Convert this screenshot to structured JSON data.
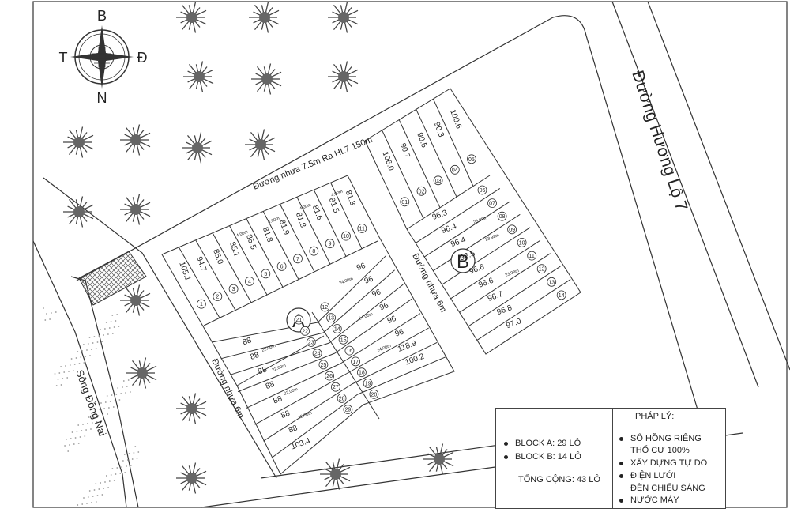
{
  "compass": {
    "north": "B",
    "south": "N",
    "west": "T",
    "east": "Đ"
  },
  "roads": {
    "main": "Đường nhựa 7.5m Ra HL7 150m",
    "highway": "Đường Hương Lộ 7",
    "inner_a": "Đường nhựa 6m",
    "inner_b": "Đường nhựa 6m",
    "river": "Sông Đồng Nai"
  },
  "blocks": {
    "a": "A",
    "b": "B"
  },
  "lots_a_top": [
    {
      "no": "1",
      "area": "105.1"
    },
    {
      "no": "2",
      "area": "94.7"
    },
    {
      "no": "3",
      "area": "85.0"
    },
    {
      "no": "4",
      "area": "85.1"
    },
    {
      "no": "5",
      "area": "85.5"
    },
    {
      "no": "6",
      "area": "81.8"
    },
    {
      "no": "7",
      "area": "81.9"
    },
    {
      "no": "8",
      "area": "81.8"
    },
    {
      "no": "9",
      "area": "81.6"
    },
    {
      "no": "10",
      "area": "81.5"
    },
    {
      "no": "11",
      "area": "81.3"
    }
  ],
  "lots_a_right": [
    {
      "no": "12",
      "area": "96"
    },
    {
      "no": "13",
      "area": "96"
    },
    {
      "no": "14",
      "area": "96"
    },
    {
      "no": "15",
      "area": "96"
    },
    {
      "no": "16",
      "area": "96"
    },
    {
      "no": "17",
      "area": "96"
    },
    {
      "no": "18",
      "area": "118.9"
    },
    {
      "no": "19",
      "area": "100.2"
    },
    {
      "no": "20",
      "area": ""
    }
  ],
  "lots_a_left": [
    {
      "no": "21",
      "area": ""
    },
    {
      "no": "22",
      "area": "88"
    },
    {
      "no": "23",
      "area": "88"
    },
    {
      "no": "24",
      "area": "88"
    },
    {
      "no": "25",
      "area": "88"
    },
    {
      "no": "26",
      "area": "88"
    },
    {
      "no": "27",
      "area": "88"
    },
    {
      "no": "28",
      "area": "88"
    },
    {
      "no": "29",
      "area": "103.4"
    }
  ],
  "lots_b_top": [
    {
      "no": "01",
      "area": "106.0"
    },
    {
      "no": "02",
      "area": "90.7"
    },
    {
      "no": "03",
      "area": "90.5"
    },
    {
      "no": "04",
      "area": "90.3"
    },
    {
      "no": "05",
      "area": "100.6"
    }
  ],
  "lots_b_right": [
    {
      "no": "06",
      "area": "96.3"
    },
    {
      "no": "07",
      "area": "96.4"
    },
    {
      "no": "08",
      "area": "96.4"
    },
    {
      "no": "09",
      "area": "96.5"
    },
    {
      "no": "10",
      "area": "96.6"
    },
    {
      "no": "11",
      "area": "96.6"
    },
    {
      "no": "12",
      "area": "96.7"
    },
    {
      "no": "13",
      "area": "96.8"
    },
    {
      "no": "14",
      "area": "97.0"
    }
  ],
  "dims": {
    "front": "4.00m",
    "depth_a": "22.00m",
    "depth_b": "24.00m",
    "depth_c": "23.98m"
  },
  "legend": {
    "block_a": "BLOCK A: 29 LÔ",
    "block_b": "BLOCK B: 14 LÔ",
    "total": "TỔNG CỘNG: 43 LÔ",
    "legal_title": "PHÁP LÝ:",
    "legal_items": [
      "SỔ HỒNG RIÊNG",
      "THỔ CƯ 100%",
      "XÂY DỰNG TỰ DO",
      "ĐIỆN LƯỚI",
      "ĐÈN CHIẾU SÁNG",
      "NƯỚC MÁY"
    ]
  }
}
